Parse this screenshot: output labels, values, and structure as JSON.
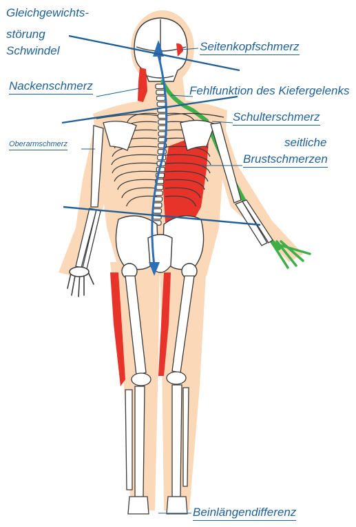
{
  "labels": {
    "balance": [
      "Gleichgewichts-",
      "störung",
      "Schwindel"
    ],
    "side_headache": "Seitenkopfschmerz",
    "neck_pain": "Nackenschmerz",
    "jaw": "Fehlfunktion des Kiefergelenks",
    "shoulder_pain": "Schulterschmerz",
    "upper_arm_pain": "Oberarmschmerz",
    "lateral": "seitliche",
    "chest_pain": "Brustschmerzen",
    "leg_length": "Beinlängendifferenz"
  },
  "colors": {
    "label": "#1f5f95",
    "line": "#1f5f95",
    "body_halo": "#fbd9b8",
    "bone_stroke": "#3a3a3a",
    "pain_red": "#e8332a",
    "nerve_green": "#3fae49",
    "spine_arrow": "#2d6db5"
  }
}
